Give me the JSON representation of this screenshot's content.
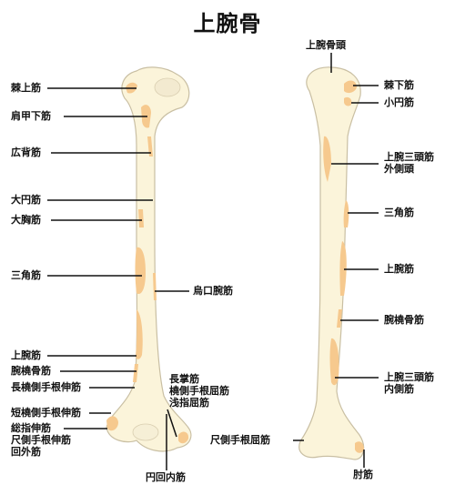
{
  "title": "上腕骨",
  "labels": {
    "l_supraspinatus": "棘上筋",
    "l_subscapularis": "肩甲下筋",
    "l_latissimus": "広背筋",
    "l_teres_major": "大円筋",
    "l_pectoralis": "大胸筋",
    "l_deltoid": "三角筋",
    "l_coracobrachialis": "烏口腕筋",
    "l_brachialis": "上腕筋",
    "l_brachioradialis": "腕橈骨筋",
    "l_ecrl": "長橈側手根伸筋",
    "l_ecrb": "短橈側手根伸筋",
    "l_extensors": [
      "総指伸筋",
      "尺側手根伸筋",
      "回外筋"
    ],
    "l_flexors": [
      "長掌筋",
      "橈側手根屈筋",
      "浅指屈筋"
    ],
    "l_pronator": "円回内筋",
    "r_head": "上腕骨頭",
    "r_infraspinatus": "棘下筋",
    "r_teres_minor": "小円筋",
    "r_triceps_lateral": [
      "上腕三頭筋",
      "外側頭"
    ],
    "r_deltoid": "三角筋",
    "r_brachialis": "上腕筋",
    "r_brachioradialis": "腕橈骨筋",
    "r_triceps_medial": [
      "上腕三頭筋",
      "内側筋"
    ],
    "r_fcu": "尺側手根屈筋",
    "r_anconeus": "肘筋"
  },
  "colors": {
    "bone": "#fbf4da",
    "bone_outline": "#c9bfa3",
    "muscle_area": "#f6c98e",
    "line": "#111111"
  }
}
